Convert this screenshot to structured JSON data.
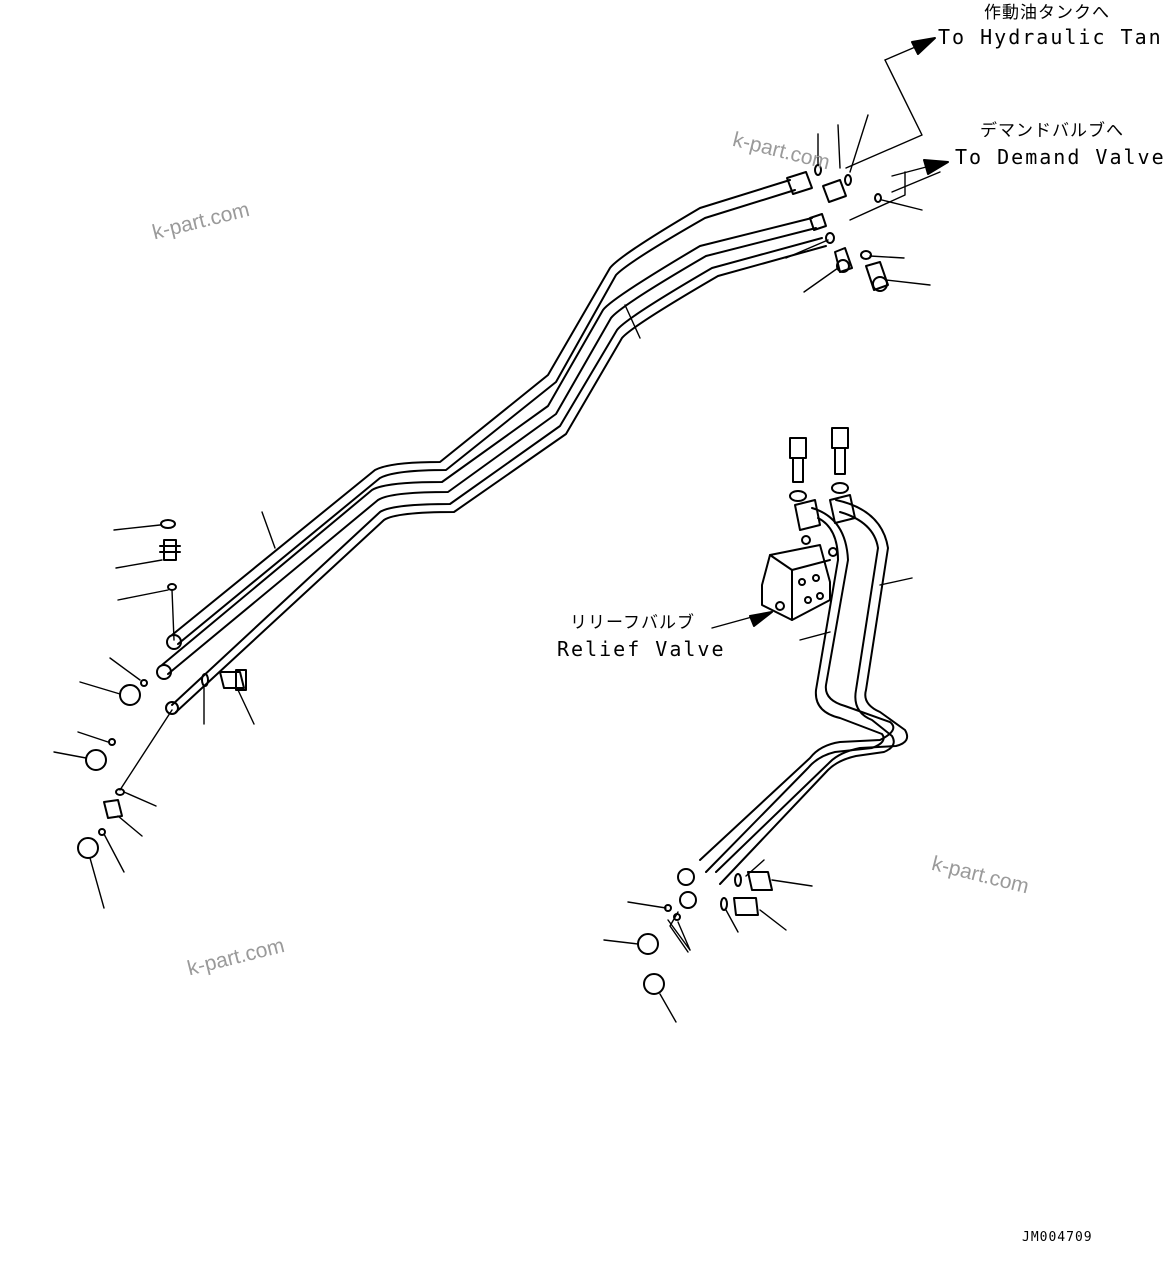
{
  "labels": {
    "hydraulic_tank_jp": "作動油タンクへ",
    "hydraulic_tank_en": "To Hydraulic Tank",
    "demand_valve_jp": "デマンドバルブへ",
    "demand_valve_en": "To Demand Valve",
    "relief_valve_jp": "リリーフバルブ",
    "relief_valve_en": "Relief Valve"
  },
  "watermark": "k-part.com",
  "drawing_code": "JM004709"
}
